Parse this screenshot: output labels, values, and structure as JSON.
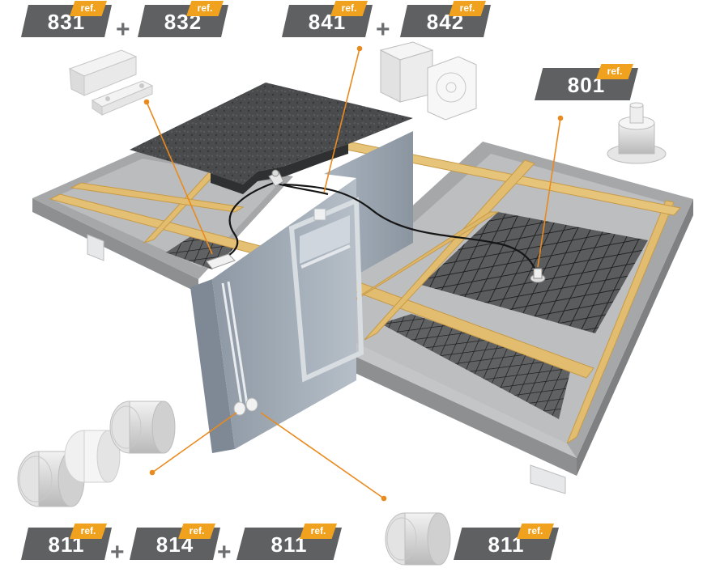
{
  "tags": {
    "t831": {
      "num": "831",
      "ref": "ref."
    },
    "t832": {
      "num": "832",
      "ref": "ref."
    },
    "t841": {
      "num": "841",
      "ref": "ref."
    },
    "t842": {
      "num": "842",
      "ref": "ref."
    },
    "t801": {
      "num": "801",
      "ref": "ref."
    },
    "t811a": {
      "num": "811",
      "ref": "ref."
    },
    "t814": {
      "num": "814",
      "ref": "ref."
    },
    "t811b": {
      "num": "811",
      "ref": "ref."
    },
    "t811c": {
      "num": "811",
      "ref": "ref."
    }
  },
  "plus_sign": "+",
  "colors": {
    "tag_plate": "#5f6062",
    "ref_badge": "#f0a11d",
    "leader_line": "#e98a1f",
    "wood": "#e4bf72",
    "slab": "#a9aaab",
    "wall": "#9ea8b3",
    "mesh": "#3a3a3a",
    "insulation": "#3f4041"
  }
}
